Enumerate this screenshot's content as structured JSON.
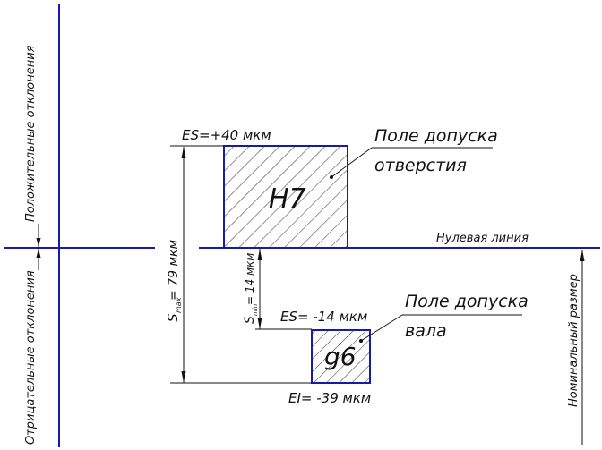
{
  "colors": {
    "line": "#1a1aa8",
    "ink": "#111111"
  },
  "labels": {
    "positive_axis": "Положительные отклонения",
    "negative_axis": "Отрицательные отклонения",
    "zero_line": "Нулевая линия",
    "nominal_size": "Номинальный размер",
    "hole_upper": "ES=+40 мкм",
    "hole_grade": "H7",
    "hole_field_line1": "Поле допуска",
    "hole_field_line2": "отверстия",
    "shaft_upper": "ES= -14 мкм",
    "shaft_lower": "EI= -39 мкм",
    "shaft_grade": "g6",
    "shaft_field_line1": "Поле допуска",
    "shaft_field_line2": "вала",
    "smax_symbol": "S",
    "smax_sub": "max",
    "smax_value": "= 79 мкм",
    "smin_symbol": "S",
    "smin_sub": "min",
    "smin_value": "= 14 мкм"
  }
}
